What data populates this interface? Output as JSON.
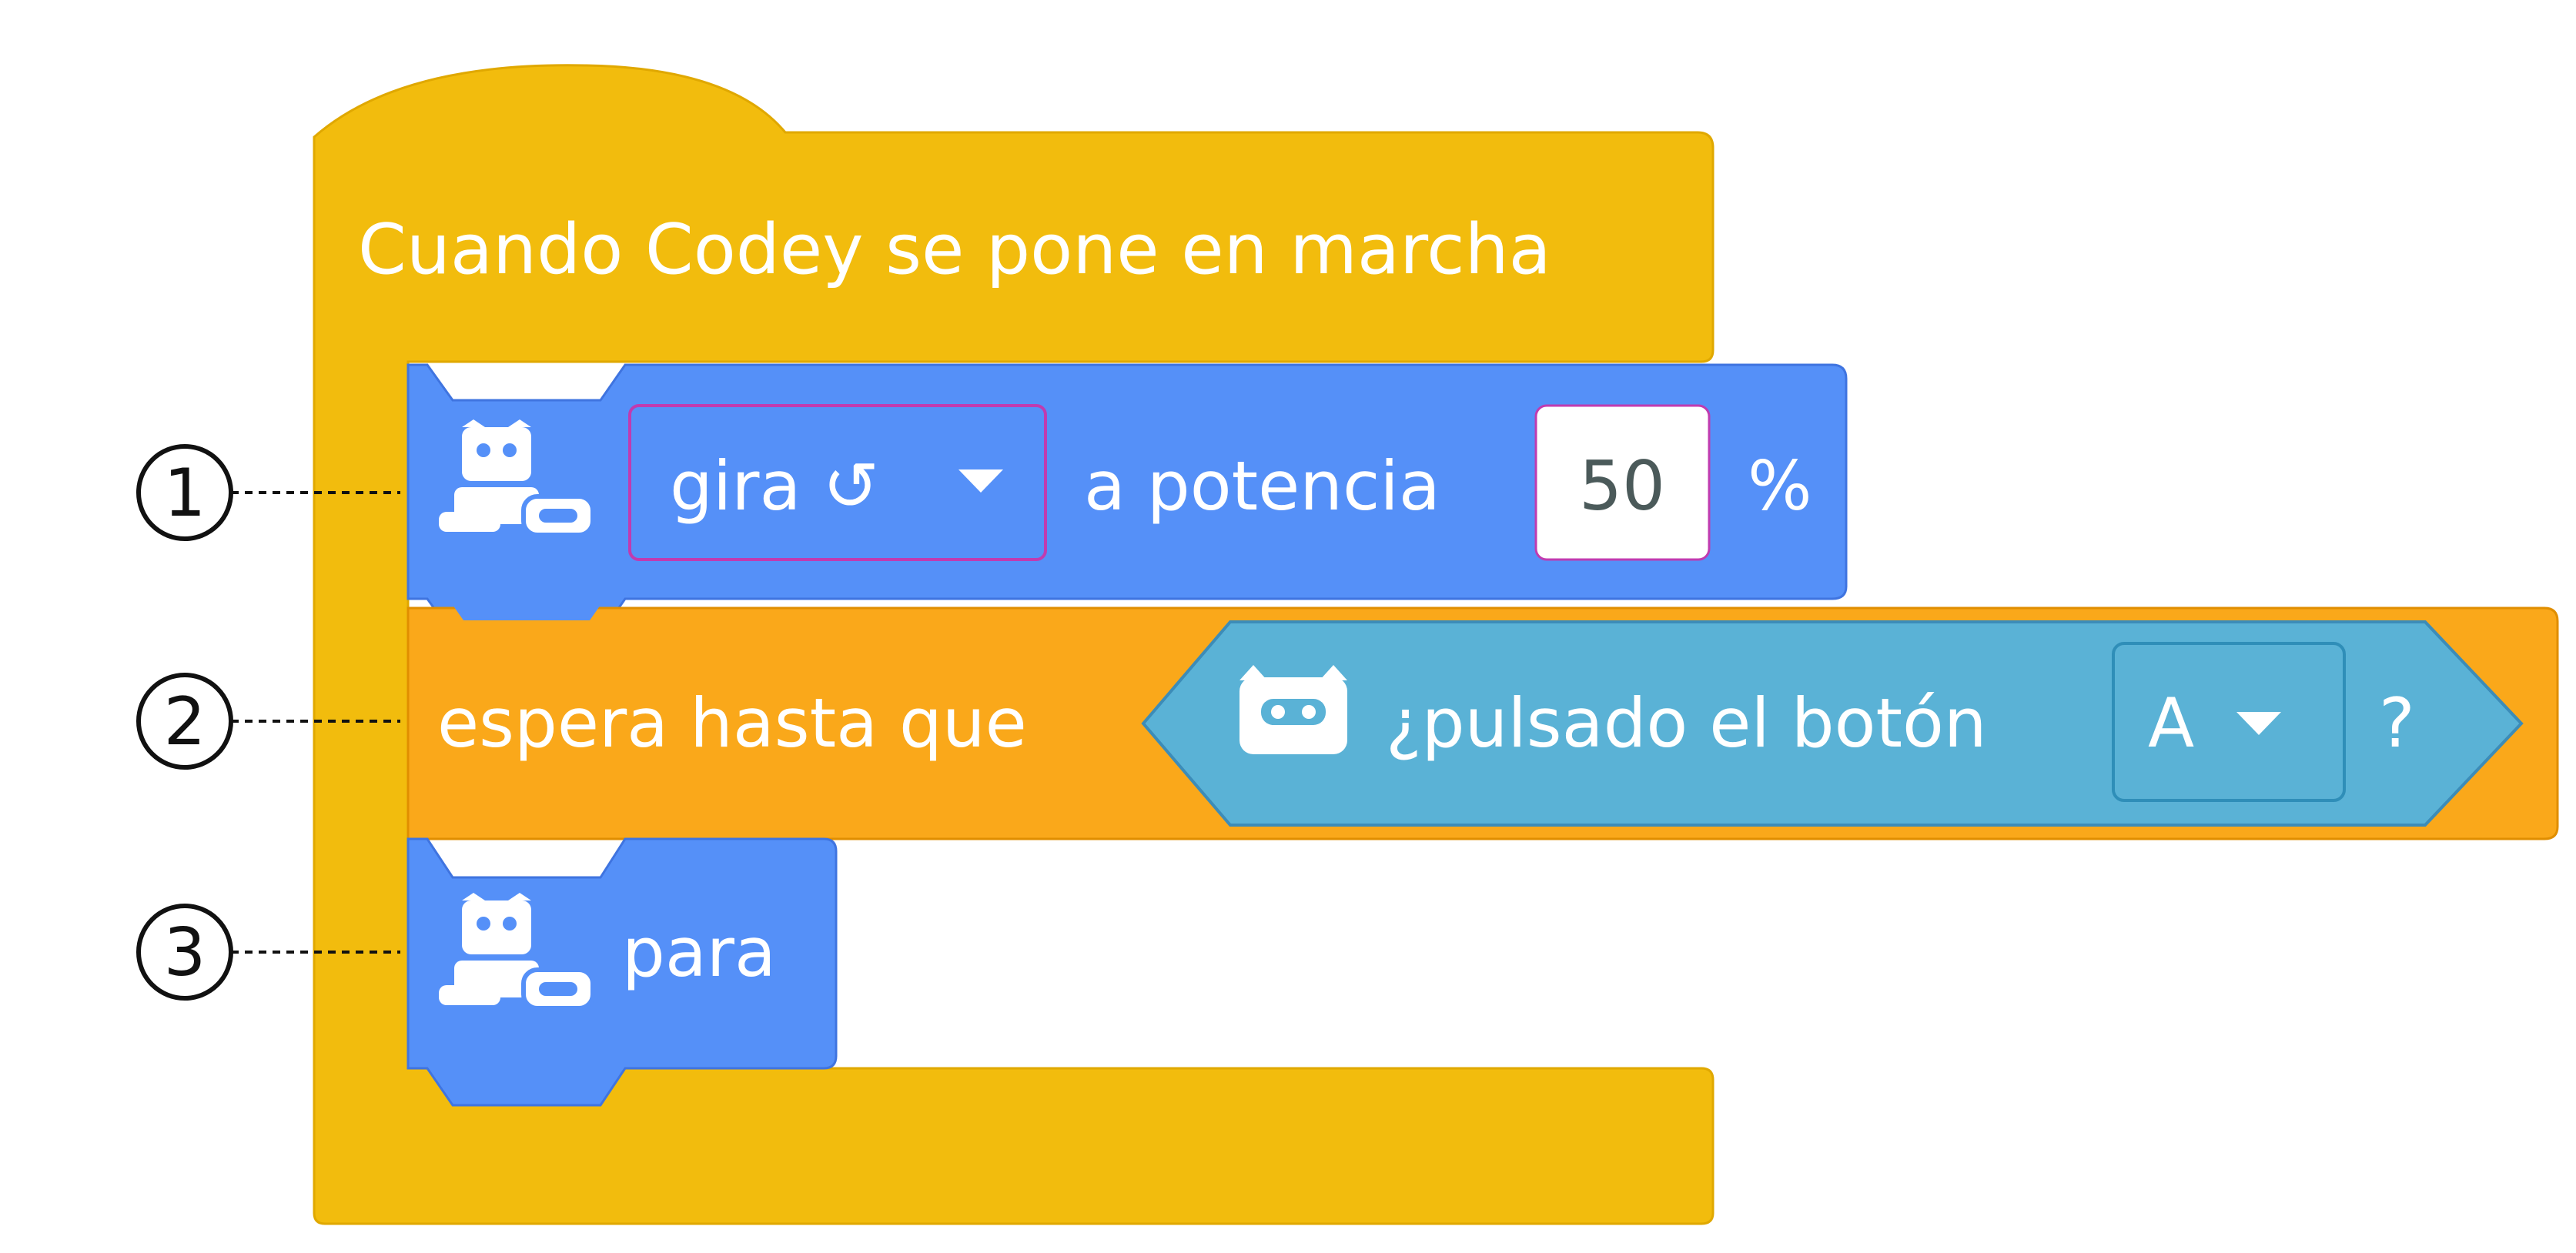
{
  "hat_block": {
    "label": "Cuando Codey se pone en marcha",
    "color": "#F2BC0D"
  },
  "steps": [
    {
      "marker": "1",
      "block": {
        "label_prefix": "gira ↺",
        "label_mid": "a potencia",
        "value": "50",
        "unit": "%",
        "color": "#5590F8"
      }
    },
    {
      "marker": "2",
      "block": {
        "label": "espera hasta que",
        "color": "#FAA81A",
        "condition": {
          "label": "¿pulsado el botón",
          "option": "A",
          "suffix": "?",
          "color": "#5AB2D6"
        }
      }
    },
    {
      "marker": "3",
      "block": {
        "label": "para",
        "color": "#5590F8"
      }
    }
  ],
  "icons": {
    "robot": "codey-robot-icon",
    "codey_face": "codey-face-icon",
    "dropdown": "dropdown-triangle-icon"
  }
}
